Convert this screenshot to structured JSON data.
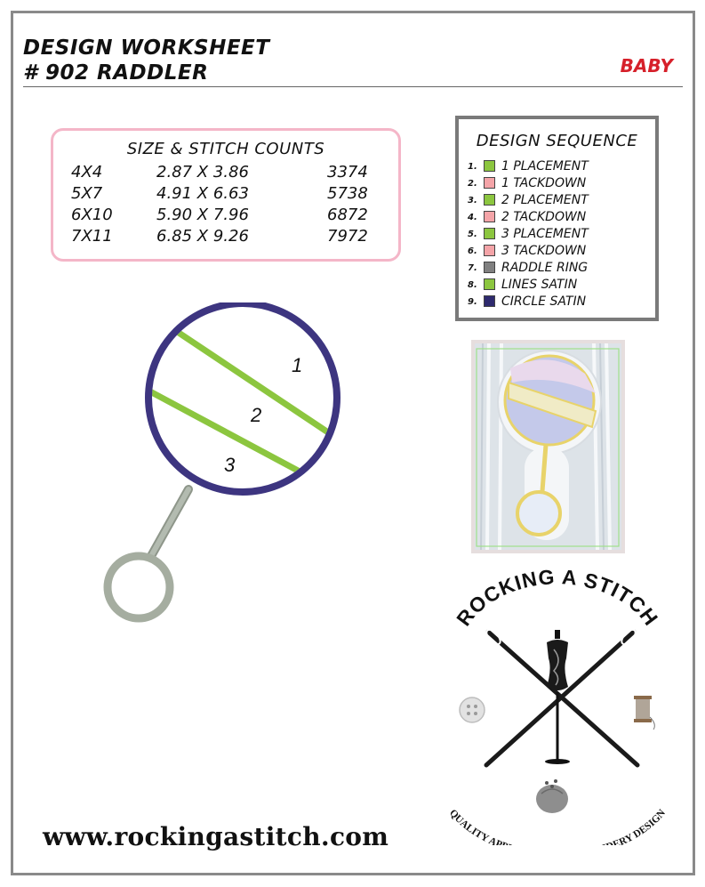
{
  "header": {
    "title_line1": "DESIGN WORKSHEET",
    "title_line2": "# 902 RADDLER",
    "category": "BABY",
    "category_color": "#d6202a"
  },
  "size_counts": {
    "heading": "SIZE & STITCH COUNTS",
    "rows": [
      {
        "hoop": "4X4",
        "dimensions": "2.87 X 3.86",
        "stitches": "3374"
      },
      {
        "hoop": "5X7",
        "dimensions": "4.91 X 6.63",
        "stitches": "5738"
      },
      {
        "hoop": "6X10",
        "dimensions": "5.90 X 7.96",
        "stitches": "6872"
      },
      {
        "hoop": "7X11",
        "dimensions": "6.85 X 9.26",
        "stitches": "7972"
      }
    ]
  },
  "design_sequence": {
    "heading": "DESIGN SEQUENCE",
    "steps": [
      {
        "num": "1.",
        "label": "1 PLACEMENT",
        "color": "#8cc63f"
      },
      {
        "num": "2.",
        "label": "1 TACKDOWN",
        "color": "#f4a4a8"
      },
      {
        "num": "3.",
        "label": "2 PLACEMENT",
        "color": "#8cc63f"
      },
      {
        "num": "4.",
        "label": "2 TACKDOWN",
        "color": "#f4a4a8"
      },
      {
        "num": "5.",
        "label": "3 PLACEMENT",
        "color": "#8cc63f"
      },
      {
        "num": "6.",
        "label": "3 TACKDOWN",
        "color": "#f4a4a8"
      },
      {
        "num": "7.",
        "label": "RADDLE RING",
        "color": "#808080"
      },
      {
        "num": "8.",
        "label": "LINES SATIN",
        "color": "#8cc63f"
      },
      {
        "num": "9.",
        "label": "CIRCLE SATIN",
        "color": "#2e2a6e"
      }
    ]
  },
  "diagram": {
    "section_labels": [
      "1",
      "2",
      "3"
    ],
    "colors": {
      "circle": "#3d3580",
      "lines": "#8cc63f",
      "ring": "#a5ada0"
    }
  },
  "logo": {
    "brand_text": "ROCKING A STITCH",
    "tagline": "QUALITY APPLIQUE AND EMBROIDERY DESIGN"
  },
  "footer": {
    "website": "www.rockingastitch.com"
  }
}
